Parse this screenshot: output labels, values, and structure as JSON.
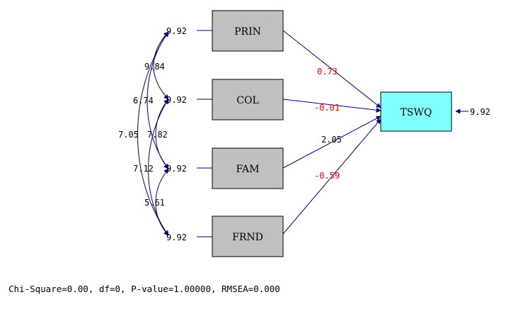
{
  "nodes": {
    "prin": "PRIN",
    "col": "COL",
    "fam": "FAM",
    "frnd": "FRND",
    "tswq": "TSWQ"
  },
  "colors": {
    "observed_box": "#c0c0c0",
    "latent_box": "#80ffff",
    "path_line": "#000080",
    "negative_or_highlight": "#ff0000"
  },
  "error_variances": {
    "prin": "9.92",
    "col": "9.92",
    "fam": "9.92",
    "frnd": "9.92",
    "tswq": "9.92"
  },
  "paths": {
    "prin_tswq": "0.73",
    "col_tswq": "-0.01",
    "fam_tswq": "2.05",
    "frnd_tswq": "-0.59"
  },
  "covariances": {
    "prin_col": "9.84",
    "prin_fam": "6.74",
    "prin_frnd": "7.05",
    "col_fam": "7.82",
    "col_frnd": "7.12",
    "fam_frnd": "5.61"
  },
  "fit": {
    "summary": "Chi-Square=0.00, df=0, P-value=1.00000, RMSEA=0.000"
  }
}
